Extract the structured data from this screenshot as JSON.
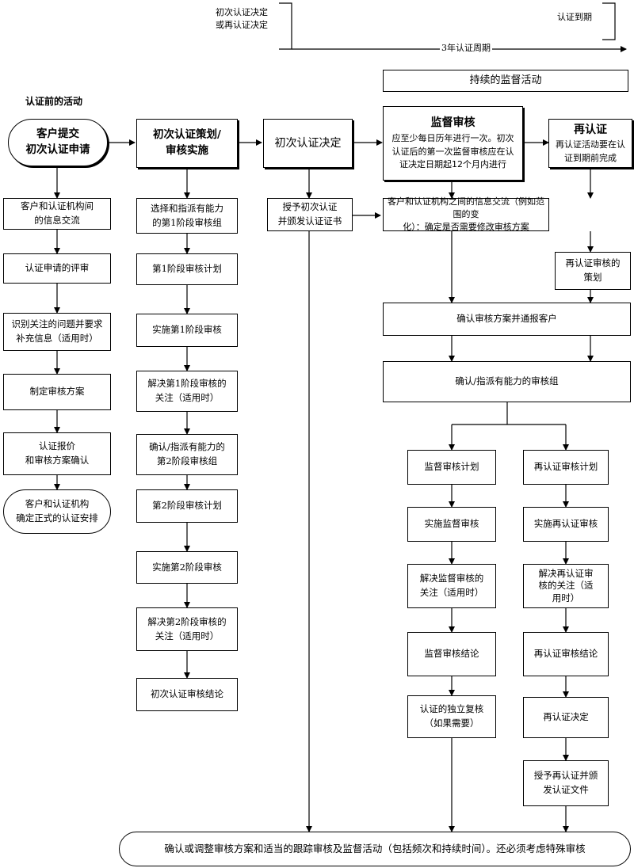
{
  "timeline": {
    "start_label": "初次认证决定\n或再认证决定",
    "end_label": "认证到期",
    "cycle_label": "3年认证周期"
  },
  "ongoing_label": "持续的监督活动",
  "pre_cert_heading": "认证前的活动",
  "col1": {
    "start": "客户提交\n初次认证申请",
    "steps": [
      "客户和认证机构间\n的信息交流",
      "认证申请的评审",
      "识别关注的问题并要求\n补充信息（适用时）",
      "制定审核方案",
      "认证报价\n和审核方案确认"
    ],
    "end": "客户和认证机构\n确定正式的认证安排"
  },
  "col2": {
    "head": "初次认证策划/\n审核实施",
    "steps": [
      "选择和指派有能力\n的第1阶段审核组",
      "第1阶段审核计划",
      "实施第1阶段审核",
      "解决第1阶段审核的\n关注（适用时）",
      "确认/指派有能力的\n第2阶段审核组",
      "第2阶段审核计划",
      "实施第2阶段审核",
      "解决第2阶段审核的\n关注（适用时）",
      "初次认证审核结论"
    ]
  },
  "col3": {
    "head": "初次认证决定",
    "grant": "授予初次认证\n并颁发认证证书"
  },
  "surveillance": {
    "head": "监督审核",
    "desc": "应至少每日历年进行一次。初次\n认证后的第一次监督审核应在认\n证决定日期起12个月内进行",
    "steps": [
      "监督审核计划",
      "实施监督审核",
      "解决监督审核的\n关注（适用时）",
      "监督审核结论",
      "认证的独立复核\n（如果需要）"
    ]
  },
  "recert": {
    "head": "再认证",
    "desc": "再认证活动要在认\n证到期前完成",
    "planning": "再认证审核的\n策划",
    "steps": [
      "再认证审核计划",
      "实施再认证审核",
      "解决再认证审\n核的关注（适\n用时）",
      "再认证审核结论",
      "再认证决定",
      "授予再认证并颁\n发认证文件"
    ]
  },
  "shared": {
    "info_exchange": "客户和认证机构之间的信息交流（例如范围的变\n化）：确定是否需要修改审核方案",
    "confirm_program": "确认审核方案并通报客户",
    "confirm_team": "确认/指派有能力的审核组"
  },
  "bottom_bar": "确认或调整审核方案和适当的跟踪审核及监督活动（包括频次和持续时间）。还必须考虑特殊审核"
}
